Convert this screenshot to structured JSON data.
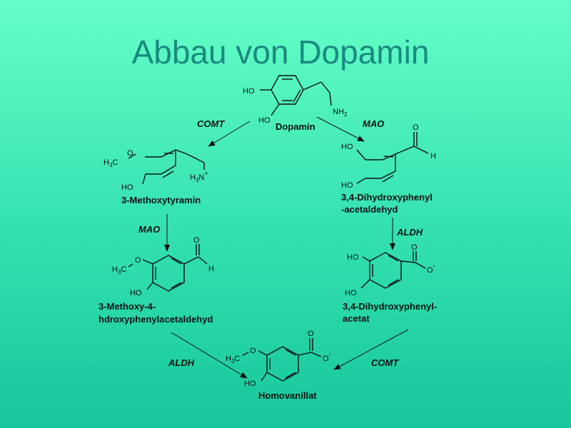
{
  "slide": {
    "title": "Abbau von Dopamin",
    "background_top": "#66ffc8",
    "background_bottom": "#17c79a",
    "title_color": "#1a8a80"
  },
  "molecules": {
    "dopamine": {
      "name": "Dopamin",
      "ho1": "HO",
      "ho2": "HO",
      "nh2": "NH",
      "nh2_sub": "2"
    },
    "methoxytyramine": {
      "name": "3-Methoxytyramin",
      "h3c": "H",
      "h3c_sub": "3",
      "h3c_c": "C",
      "o": "O",
      "ho": "HO",
      "h3n": "H",
      "h3n_sub": "3",
      "h3n_n": "N",
      "plus": "+"
    },
    "dhpacetaldehyde": {
      "name_line1": "3,4-Dihydroxyphenyl",
      "name_line2": "-acetaldehyd",
      "ho1": "HO",
      "ho2": "HO",
      "o": "O",
      "h": "H"
    },
    "methoxyhydroxyacetaldehyde": {
      "name_line1": "3-Methoxy-4-",
      "name_line2": "hdroxyphenylacetaldehyd",
      "h3c": "H",
      "h3c_sub": "3",
      "h3c_c": "C",
      "o": "O",
      "ho": "HO",
      "o_carbonyl": "O",
      "h": "H"
    },
    "dhpacetate": {
      "name_line1": "3,4-Dihydroxyphenyl-",
      "name_line2": "acetat",
      "ho1": "HO",
      "ho2": "HO",
      "o1": "O",
      "o2": "O",
      "minus": "-"
    },
    "homovanillate": {
      "name": "Homovanillat",
      "h3c": "H",
      "h3c_sub": "3",
      "h3c_c": "C",
      "o": "O",
      "ho": "HO",
      "o1": "O",
      "o2": "O",
      "minus": "-"
    }
  },
  "enzymes": {
    "comt_left": "COMT",
    "mao_right": "MAO",
    "mao_left": "MAO",
    "aldh_right": "ALDH",
    "aldh_left": "ALDH",
    "comt_right": "COMT"
  }
}
